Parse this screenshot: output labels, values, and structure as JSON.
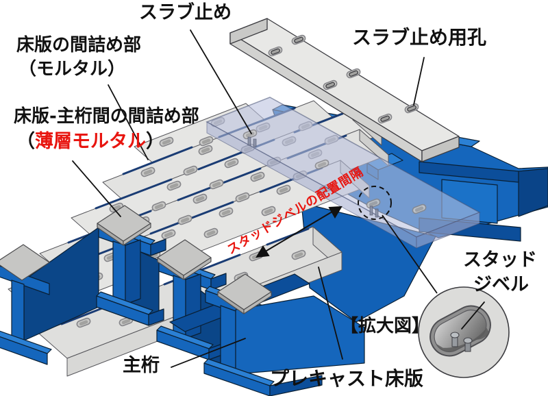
{
  "diagram": {
    "title_implicit": "プレキャスト床版と鋼主桁の構成図",
    "labels": {
      "slab_stopper": "スラブ止め",
      "deck_joint_line1": "床版の間詰め部",
      "deck_joint_line2": "（モルタル）",
      "girder_joint_line1": "床版-主桁間の間詰め部",
      "girder_joint_open": "（",
      "girder_joint_red": "薄層モルタル",
      "girder_joint_close": "）",
      "slab_stopper_hole": "スラブ止め用孔",
      "stud_spacing": "スタッドジベルの配置間隔",
      "main_girder": "主桁",
      "precast_deck": "プレキャスト床版",
      "enlarged_view": "【拡大図】",
      "stud_line1": "スタッド",
      "stud_line2": "ジベル"
    },
    "icons": {
      "dashed_highlight": "dashed-circle-icon",
      "detail_view": "magnified-detail-circle-icon",
      "spacing_arrow": "double-headed-arrow-icon"
    },
    "palette": {
      "girder_blue": "#1566bc",
      "girder_blue_light": "#2b80d4",
      "girder_blue_dark": "#0c4e9a",
      "girder_blue_deep": "#0a4488",
      "outline": "#0a1f33",
      "slab_top": "#e4e4e2",
      "slab_side": "#cfcfcd",
      "mortar_pad": "#c6c6c4",
      "accent_red": "#e8150f",
      "text_black": "#111111"
    }
  }
}
